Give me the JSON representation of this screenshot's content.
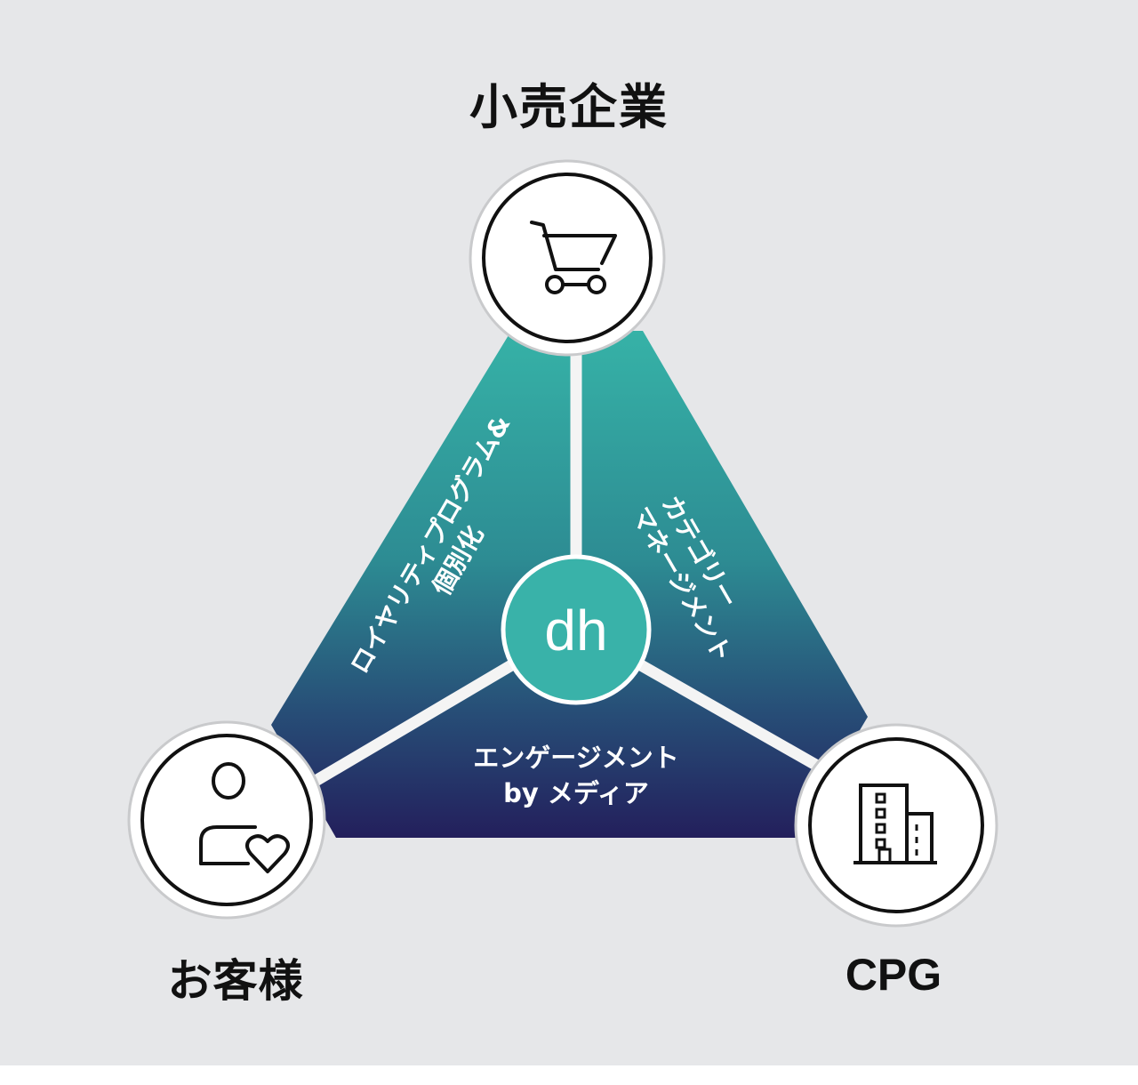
{
  "nodes": {
    "retail": {
      "label": "小売企業",
      "icon": "shopping-cart-icon"
    },
    "customer": {
      "label": "お客様",
      "icon": "person-heart-icon"
    },
    "cpg": {
      "label": "CPG",
      "icon": "office-building-icon"
    }
  },
  "center": {
    "label": "dh"
  },
  "segments": {
    "loyalty": {
      "line1": "ロイヤリティプログラム&",
      "line2": "個別化"
    },
    "category": {
      "line1": "カテゴリー",
      "line2": "マネージメント"
    },
    "engagement": {
      "line1": "エンゲージメント",
      "line2": "by メディア"
    }
  },
  "colors": {
    "background": "#e6e7e9",
    "triangle_top": "#36b2a7",
    "triangle_bottom": "#231f5c",
    "center_fill": "#39b2a9",
    "spoke": "#ffffff",
    "ring_stroke": "#111111"
  }
}
